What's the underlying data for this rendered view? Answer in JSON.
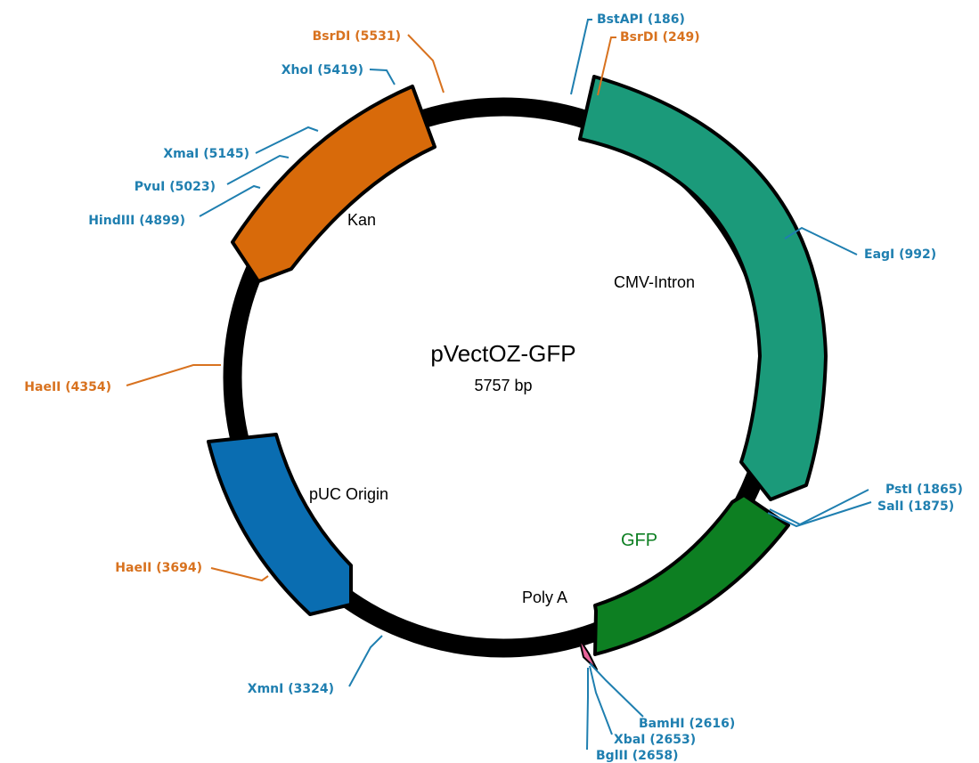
{
  "plasmid": {
    "name": "pVectOZ-GFP",
    "size_label": "5757 bp"
  },
  "colors": {
    "backbone": "#000000",
    "site_blue": "#1f7fb0",
    "site_orange": "#d8721f",
    "kan": "#d86a0a",
    "cmv": "#1b9a7a",
    "gfp": "#0d7f22",
    "puc": "#0a6db1",
    "polya": "#e8649a"
  },
  "features": [
    {
      "id": "kan",
      "label": "Kan",
      "color_key": "kan"
    },
    {
      "id": "cmv",
      "label": "CMV-Intron",
      "color_key": "cmv"
    },
    {
      "id": "gfp",
      "label": "GFP",
      "color_key": "gfp"
    },
    {
      "id": "puc",
      "label": "pUC Origin",
      "color_key": "puc"
    },
    {
      "id": "polya",
      "label": "Poly A",
      "color_key": "polya"
    }
  ],
  "sites": [
    {
      "id": "bstapi-186",
      "label": "BstAPI (186)",
      "color_key": "site_blue"
    },
    {
      "id": "bsrdi-249",
      "label": "BsrDI (249)",
      "color_key": "site_orange"
    },
    {
      "id": "eagi-992",
      "label": "EagI (992)",
      "color_key": "site_blue"
    },
    {
      "id": "psti-1865",
      "label": "PstI (1865)",
      "color_key": "site_blue"
    },
    {
      "id": "sali-1875",
      "label": "SalI (1875)",
      "color_key": "site_blue"
    },
    {
      "id": "bamhi-2616",
      "label": "BamHI (2616)",
      "color_key": "site_blue"
    },
    {
      "id": "xbai-2653",
      "label": "XbaI (2653)",
      "color_key": "site_blue"
    },
    {
      "id": "bglii-2658",
      "label": "BglII (2658)",
      "color_key": "site_blue"
    },
    {
      "id": "xmni-3324",
      "label": "XmnI (3324)",
      "color_key": "site_blue"
    },
    {
      "id": "haeii-3694",
      "label": "HaeII (3694)",
      "color_key": "site_orange"
    },
    {
      "id": "haeii-4354",
      "label": "HaeII (4354)",
      "color_key": "site_orange"
    },
    {
      "id": "hindiii-4899",
      "label": "HindIII (4899)",
      "color_key": "site_blue"
    },
    {
      "id": "pvui-5023",
      "label": "PvuI (5023)",
      "color_key": "site_blue"
    },
    {
      "id": "xmai-5145",
      "label": "XmaI (5145)",
      "color_key": "site_blue"
    },
    {
      "id": "xhoi-5419",
      "label": "XhoI (5419)",
      "color_key": "site_blue"
    },
    {
      "id": "bsrdi-5531",
      "label": "BsrDI (5531)",
      "color_key": "site_orange"
    }
  ]
}
